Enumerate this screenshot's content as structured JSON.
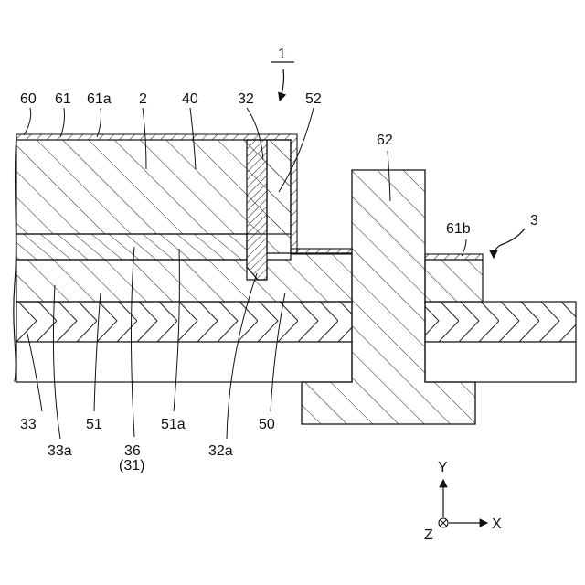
{
  "labels": {
    "l60": "60",
    "l61": "61",
    "l61a": "61a",
    "l2": "2",
    "l40": "40",
    "l32": "32",
    "l1": "1",
    "l52": "52",
    "l62": "62",
    "l61b": "61b",
    "l3": "3",
    "l33": "33",
    "l33a": "33a",
    "l51": "51",
    "l36": "36",
    "l31": "(31)",
    "l51a": "51a",
    "l32a": "32a",
    "l50": "50"
  },
  "axes": {
    "y": "Y",
    "x": "X",
    "z": "Z"
  }
}
